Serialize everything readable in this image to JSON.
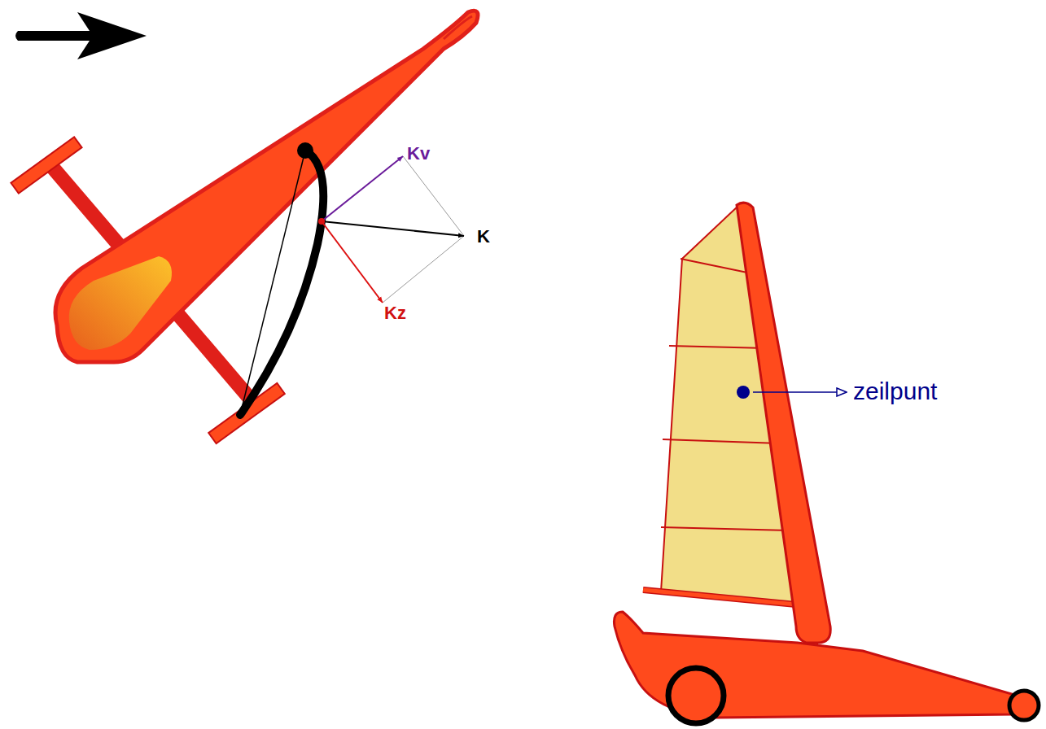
{
  "diagram": {
    "labels": [
      "Kv",
      "K",
      "Kz",
      "zeilpunt"
    ]
  }
}
